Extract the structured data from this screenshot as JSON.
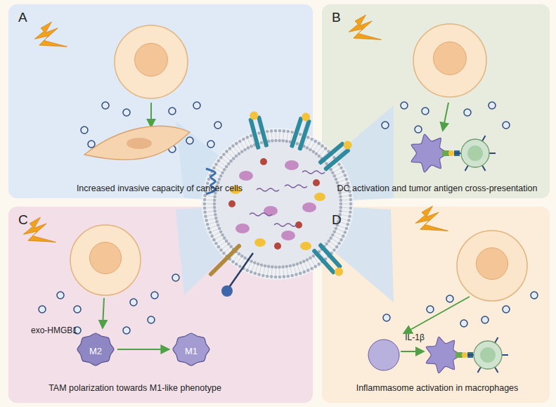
{
  "diagram": {
    "nodes": [
      {
        "text": [
          "A",
          "Increased invasive capacity of cancer cells"
        ]
      },
      {
        "text": [
          "B",
          "DC activation and tumor antigen cross-presentation"
        ]
      },
      {
        "text": [
          "C",
          "TAM polarization towards M1-like phenotype"
        ]
      },
      {
        "text": [
          "M2"
        ],
        "in": 2
      },
      {
        "text": [
          "M1"
        ],
        "in": 2
      },
      {
        "text": [
          "D",
          "Inflammasome activation in macrophages"
        ]
      }
    ],
    "edges": [
      {
        "from": 3,
        "to": 4,
        "arrow": "to"
      }
    ],
    "labels": [
      "exo-HMGB1",
      "IL-1β"
    ]
  }
}
